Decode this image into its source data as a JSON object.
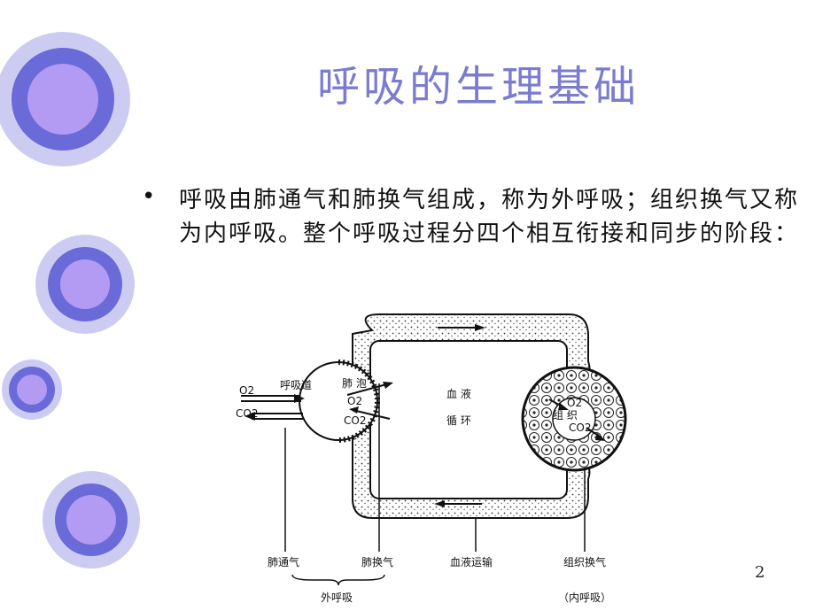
{
  "slide": {
    "title": "呼吸的生理基础",
    "bullet": "呼吸由肺通气和肺换气组成，称为外呼吸；组织换气又称为内呼吸。整个呼吸过程分四个相互衔接和同步的阶段：",
    "page_number": "2"
  },
  "diagram": {
    "airway_label": "呼吸道",
    "o2_left": "O2",
    "co2_left": "CO2",
    "alveolus_label": "肺 泡",
    "alveolus_o2": "O2",
    "alveolus_co2": "CO2",
    "blood_label_1": "血 液",
    "blood_label_2": "循 环",
    "tissue_o2": "O2",
    "tissue_label": "组 织",
    "tissue_co2": "CO2",
    "stages": [
      "肺通气",
      "肺换气",
      "血液运输",
      "组织换气"
    ],
    "external_group": "外呼吸",
    "internal_group": "（内呼吸）"
  },
  "colors": {
    "title": "#7b7bd0",
    "deco_outer": "#ccccf2",
    "deco_ring": "#6a6ad8",
    "deco_core": "#b39af2"
  }
}
